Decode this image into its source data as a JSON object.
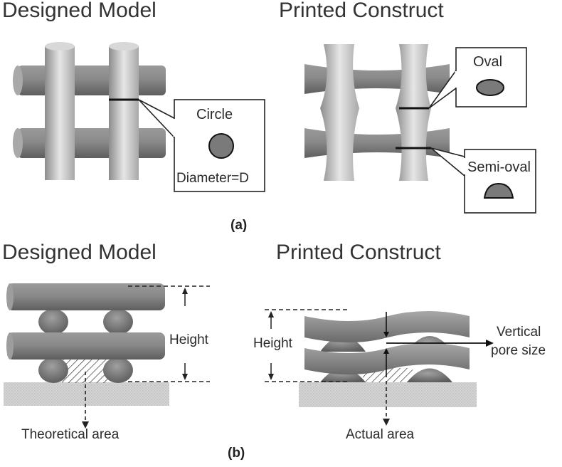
{
  "panel_a": {
    "title_left": "Designed Model",
    "title_right": "Printed Construct",
    "callout_circle": "Circle",
    "callout_diameter": "Diameter=D",
    "callout_oval": "Oval",
    "callout_semioval": "Semi-oval",
    "label": "(a)"
  },
  "panel_b": {
    "title_left": "Designed Model",
    "title_right": "Printed Construct",
    "height_left": "Height",
    "height_right": "Height",
    "vertical_pore_line1": "Vertical",
    "vertical_pore_line2": "pore size",
    "theoretical_area": "Theoretical area",
    "actual_area": "Actual area",
    "label": "(b)"
  },
  "colors": {
    "strut_dark": "#6e6e6e",
    "strut_light": "#e2e2e2",
    "cross_section_fill": "#7a7a7a",
    "substrate": "#c8c8c8",
    "outline": "#111111"
  }
}
